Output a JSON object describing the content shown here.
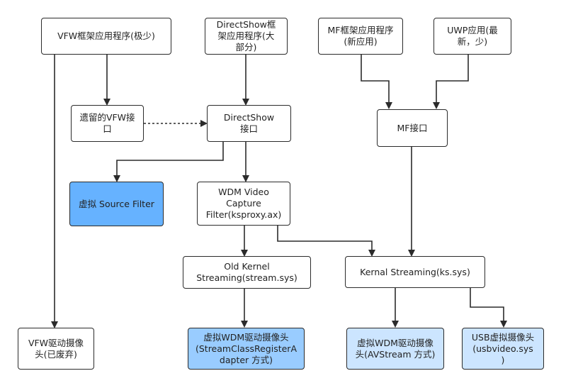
{
  "nodes": {
    "vfw_app": "VFW框架应用程序(极少)",
    "directshow_app": "DirectShow框\n架应用程序(大\n部分)",
    "mf_app": "MF框架应用程序\n(新应用)",
    "uwp_app": "UWP应用(最\n新，少)",
    "legacy_vfw": "遗留的VFW接\n口",
    "directshow_if": "DirectShow\n接口",
    "mf_if": "MF接口",
    "virtual_source_filter": "虚拟 Source Filter",
    "wdm_capture": "WDM Video\nCapture\nFilter(ksproxy.ax)",
    "old_kernel": "Old Kernel\nStreaming(stream.sys)",
    "kernal_streaming": "Kernal Streaming(ks.sys)",
    "vfw_driver": "VFW驱动摄像\n头(已废弃)",
    "virtual_wdm_stream_class": "虚拟WDM驱动摄像头\n(StreamClassRegisterA\ndapter 方式)",
    "virtual_wdm_avstream": "虚拟WDM驱动摄像\n头(AVStream 方式)",
    "usb_virtual_camera": "USB虚拟摄像头\n(usbvideo.sys\n)"
  },
  "colors": {
    "line": "#2b2b2b",
    "blue": "#66b2ff",
    "mid_blue": "#99ccff",
    "light_blue": "#cce5ff"
  }
}
